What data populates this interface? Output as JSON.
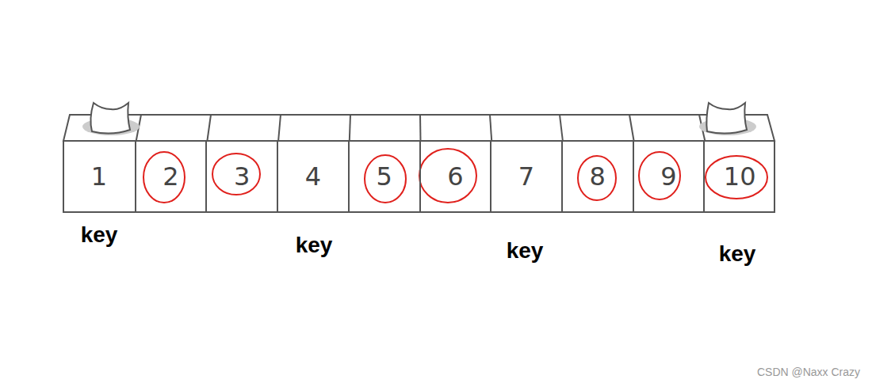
{
  "diagram": {
    "nodes": [
      {
        "text": [
          "1"
        ]
      },
      {
        "text": [
          "2"
        ]
      },
      {
        "text": [
          "3"
        ]
      },
      {
        "text": [
          "4"
        ]
      },
      {
        "text": [
          "5"
        ]
      },
      {
        "text": [
          "6"
        ]
      },
      {
        "text": [
          "7"
        ]
      },
      {
        "text": [
          "8"
        ]
      },
      {
        "text": [
          "9"
        ]
      },
      {
        "text": [
          "10"
        ]
      }
    ],
    "labels": [
      "key",
      "key",
      "key",
      "key",
      "CSDN @Naxx Crazy"
    ]
  }
}
